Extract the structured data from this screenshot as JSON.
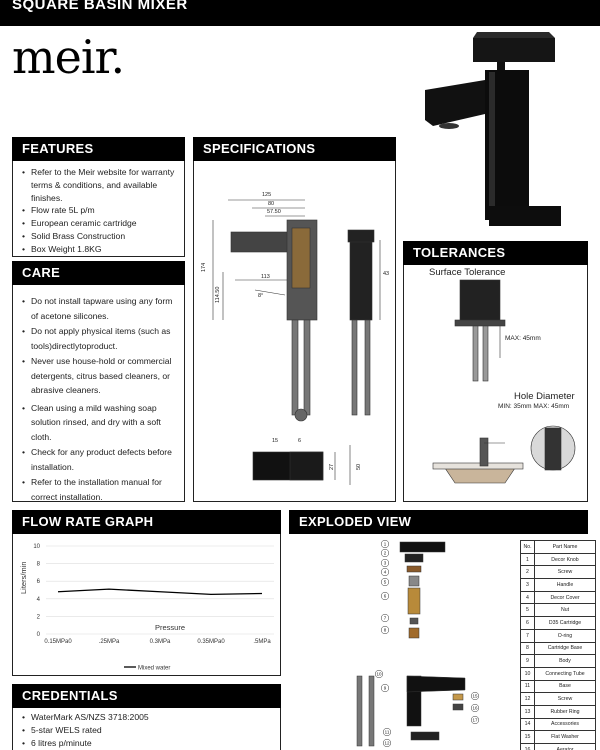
{
  "header": {
    "title": "SQUARE BASIN MIXER"
  },
  "brand": {
    "name": "meir",
    "mark": "."
  },
  "sections": {
    "features": "FEATURES",
    "specifications": "SPECIFICATIONS",
    "care": "CARE",
    "tolerances": "TOLERANCES",
    "flow_rate_graph": "FLOW RATE GRAPH",
    "exploded_view": "EXPLODED VIEW",
    "credentials": "CREDENTIALS"
  },
  "features": [
    "Refer to the Meir website for warranty terms & conditions, and available finishes.",
    "Flow rate 5L p/m",
    "European ceramic cartridge",
    "Solid Brass Construction",
    "Box Weight 1.8KG"
  ],
  "care": [
    "Do not install tapware using any form of acetone silicones.",
    "Do not apply physical items (such as tools)directlytoproduct.",
    "Never use house-hold or commercial detergents, citrus based cleaners, or abrasive cleaners.",
    "Clean using a mild washing soap solution rinsed, and dry with a soft cloth.",
    "Check for any product defects before installation.",
    "Refer to the installation manual for correct installation."
  ],
  "specs": {
    "dims": [
      "125",
      "80",
      "57.50",
      "174",
      "114.50",
      "113",
      "8°",
      "43",
      "15",
      "6",
      "27",
      "50"
    ]
  },
  "tolerances": {
    "surface_title": "Surface Tolerance",
    "max_label": "MAX: 45mm",
    "hole_title": "Hole Diameter",
    "hole_range": "MIN: 35mm   MAX: 45mm"
  },
  "chart_data": {
    "type": "line",
    "categories": [
      "0.15MPa0",
      ".25MPa",
      "0.3MPa",
      "0.35MPa0",
      ".5MPa"
    ],
    "series": [
      {
        "name": "Mixed water",
        "values": [
          4.8,
          5.1,
          4.8,
          4.5,
          4.6
        ]
      }
    ],
    "xlabel": "Pressure",
    "ylabel": "Liters/min",
    "ylim": [
      0,
      10
    ],
    "yticks": [
      0,
      2,
      4,
      6,
      8,
      10
    ],
    "grid": true,
    "legend": "bottom"
  },
  "parts_table": {
    "headers": [
      "No.",
      "Part Name"
    ],
    "rows": [
      [
        "1",
        "Decor Knob"
      ],
      [
        "2",
        "Screw"
      ],
      [
        "3",
        "Handle"
      ],
      [
        "4",
        "Decor Cover"
      ],
      [
        "5",
        "Nut"
      ],
      [
        "6",
        "D35 Cartridge"
      ],
      [
        "7",
        "O-ring"
      ],
      [
        "8",
        "Cartridge Base"
      ],
      [
        "9",
        "Body"
      ],
      [
        "10",
        "Connecting Tube"
      ],
      [
        "11",
        "Base"
      ],
      [
        "12",
        "Screw"
      ],
      [
        "13",
        "Rubber Ring"
      ],
      [
        "14",
        "Accessories"
      ],
      [
        "15",
        "Flat Washer"
      ],
      [
        "16",
        "Aerator"
      ]
    ]
  },
  "exploded_callouts": [
    "1",
    "2",
    "3",
    "4",
    "5",
    "6",
    "7",
    "8",
    "9",
    "10",
    "15",
    "16",
    "17",
    "11",
    "12"
  ],
  "credentials": [
    "WaterMark AS/NZS 3718:2005",
    "5-star WELS rated",
    "6 litres p/minute"
  ]
}
